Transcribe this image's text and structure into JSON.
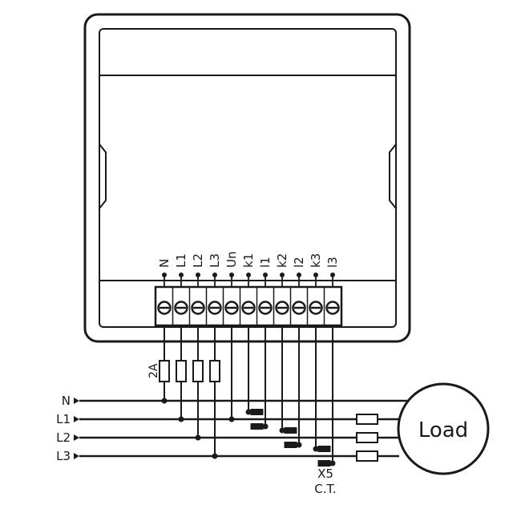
{
  "terminals": [
    "N",
    "L1",
    "L2",
    "L3",
    "Un",
    "k1",
    "l1",
    "k2",
    "l2",
    "k3",
    "l3"
  ],
  "fuse_label": "2A",
  "lines": [
    "N",
    "L1",
    "L2",
    "L3"
  ],
  "load_label": "Load",
  "ct_ratio_label": "X5",
  "ct_label": "C.T."
}
